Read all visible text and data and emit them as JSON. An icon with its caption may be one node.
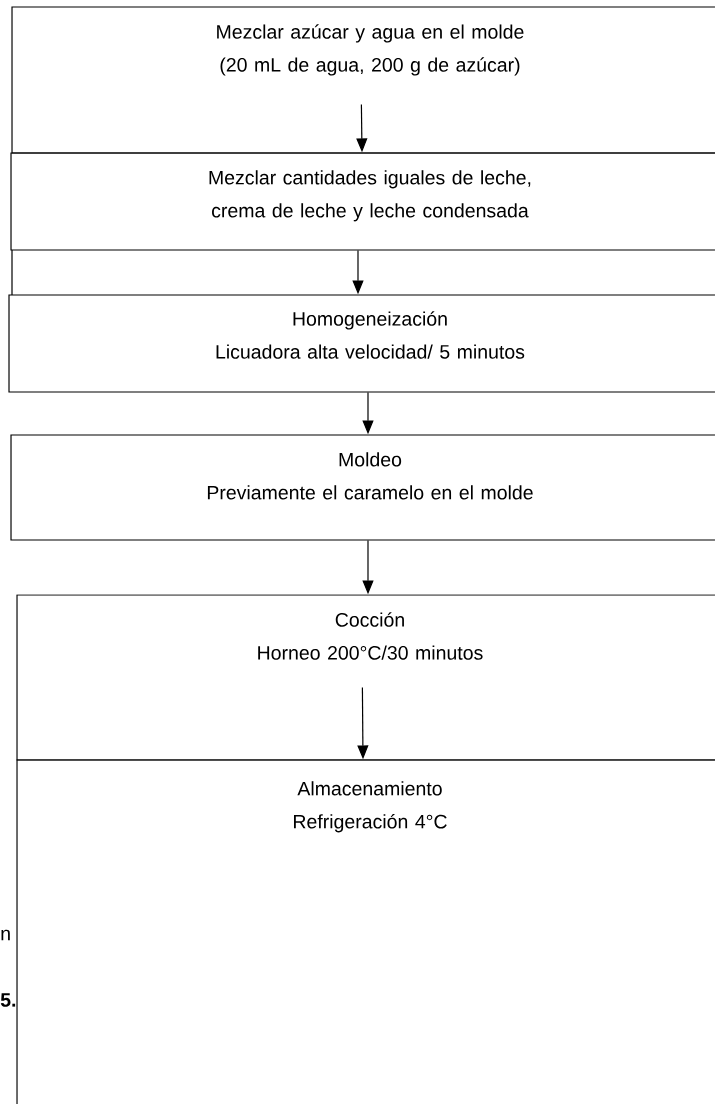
{
  "diagram": {
    "nodes": [
      {
        "text": [
          "Mezclar azúcar y agua en el molde",
          "(20 mL de agua, 200 g de azúcar)"
        ]
      },
      {
        "text": [
          "Mezclar cantidades iguales de leche, crema de leche y leche condensada"
        ]
      },
      {
        "text": [
          "Homogeneización",
          "Licuadora alta velocidad/ 5 minutos"
        ]
      },
      {
        "text": [
          "Moldeo",
          "Previamente el caramelo en el molde"
        ]
      },
      {
        "text": [
          "Cocción",
          "Horneo 200°C/30 minutos"
        ]
      },
      {
        "text": [
          "Almacenamiento",
          "Refrigeración 4°C"
        ]
      }
    ],
    "edges": [
      {
        "from": 0,
        "to": 1,
        "arrow": "to"
      },
      {
        "from": 1,
        "to": 2,
        "arrow": "to"
      },
      {
        "from": 2,
        "to": 3,
        "arrow": "to"
      },
      {
        "from": 3,
        "to": 4,
        "arrow": "to"
      },
      {
        "from": 4,
        "to": 5,
        "arrow": "to"
      }
    ],
    "labels": [
      "n",
      "**5.**"
    ]
  }
}
